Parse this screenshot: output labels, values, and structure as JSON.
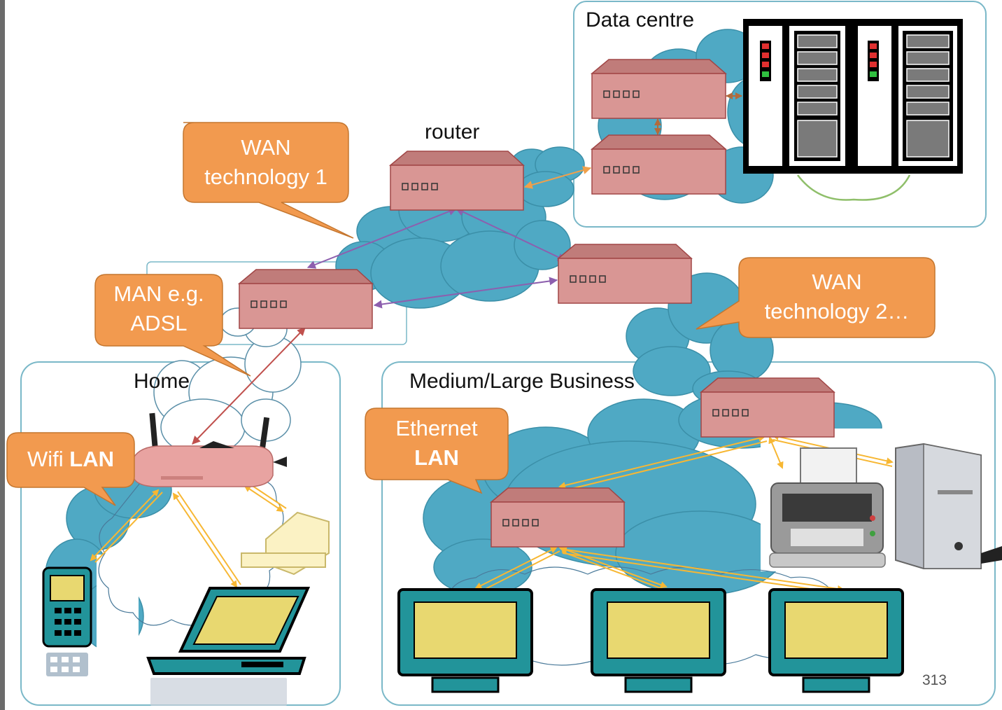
{
  "zones": {
    "data_centre": "Data centre",
    "home": "Home",
    "business": "Medium/Large Business"
  },
  "labels": {
    "router": "router",
    "slide_number": "313"
  },
  "callouts": {
    "wan1_line1": "WAN",
    "wan1_line2": "technology 1",
    "wan2_line1": "WAN",
    "wan2_line2": "technology 2…",
    "man_line1": "MAN e.g.",
    "man_line2": "ADSL",
    "wifi_plain": "Wifi ",
    "wifi_bold": "LAN",
    "ethernet_line1": "Ethernet",
    "ethernet_bold": "LAN"
  },
  "colors": {
    "cloud": "#4fa9c4",
    "router_face": "#d99694",
    "router_edge": "#a14646",
    "callout": "#f29a4f",
    "zone_border": "#7ab8c8",
    "wan_link": "#8d5fae",
    "lan_link": "#f7b733",
    "adsl_link": "#c0504d",
    "screen": "#e8d870",
    "device_body": "#22949a"
  },
  "icons": [
    "router-icon",
    "server-rack-icon",
    "wireless-router-icon",
    "phone-icon",
    "laptop-icon",
    "monitor-icon",
    "printer-icon",
    "pc-tower-icon",
    "scanner-icon"
  ]
}
